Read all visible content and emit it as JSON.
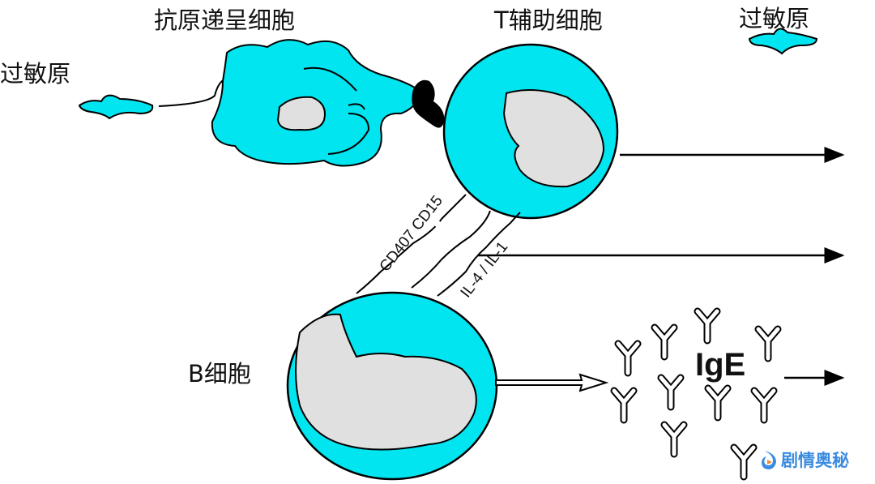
{
  "labels": {
    "apc": "抗原递呈细胞",
    "t_helper": "T辅助细胞",
    "allergen_left": "过敏原",
    "allergen_right": "过敏原",
    "b_cell": "B细胞",
    "cd_markers": "CD407 CD15",
    "interleukins": "IL-4 / IL-1",
    "ige": "IgE"
  },
  "watermark": {
    "text": "剧情奥秘",
    "icon": "play-swirl-logo-icon"
  },
  "colors": {
    "cell": "#00e5f0",
    "nucleus": "#e0e0e0",
    "outline": "#000000",
    "watermark": "#3a8be0"
  }
}
